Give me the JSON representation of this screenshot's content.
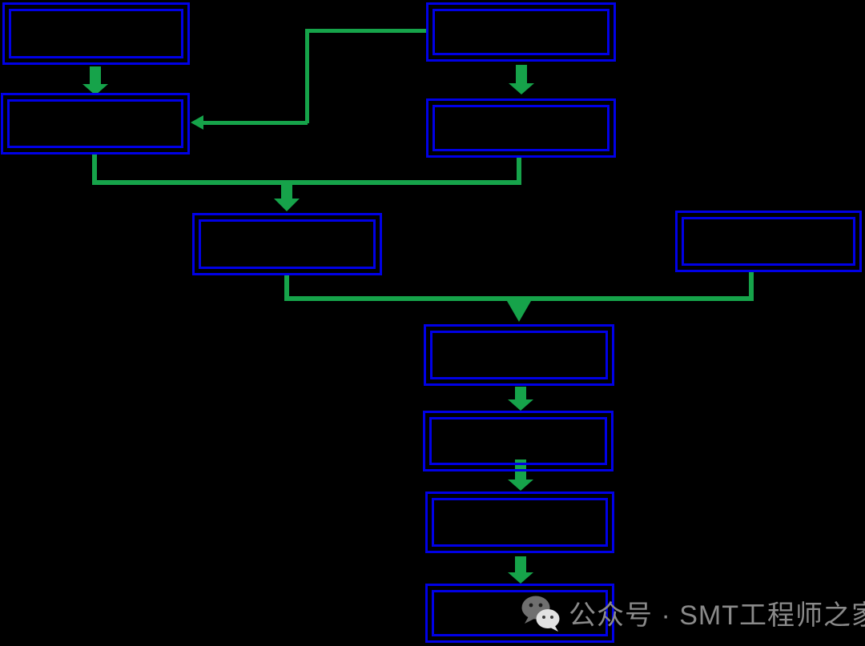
{
  "diagram": {
    "type": "flowchart",
    "nodes": [
      {
        "id": "box-top-left",
        "label": ""
      },
      {
        "id": "box-left-row2",
        "label": ""
      },
      {
        "id": "box-top-center",
        "label": ""
      },
      {
        "id": "box-center-row2",
        "label": ""
      },
      {
        "id": "box-middle",
        "label": ""
      },
      {
        "id": "box-right",
        "label": ""
      },
      {
        "id": "box-chain-1",
        "label": ""
      },
      {
        "id": "box-chain-2",
        "label": ""
      },
      {
        "id": "box-chain-3",
        "label": ""
      },
      {
        "id": "box-chain-4",
        "label": ""
      }
    ],
    "colors": {
      "background": "#000000",
      "box_border": "#0000e6",
      "connector": "#16a34a"
    }
  },
  "watermark": {
    "icon": "wechat-logo",
    "text": "公众号 · SMT工程师之家",
    "color": "#8a8a8a"
  }
}
